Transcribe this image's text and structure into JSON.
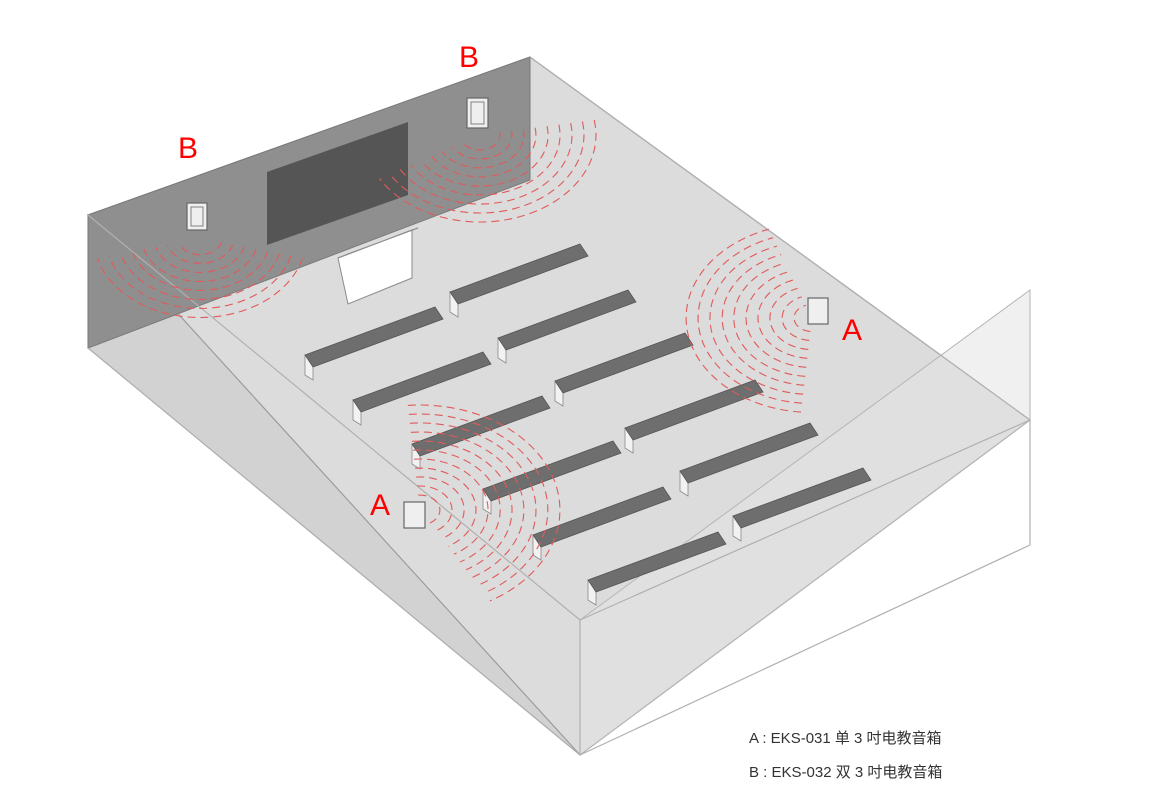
{
  "labels": {
    "speaker_b_left": "B",
    "speaker_b_right": "B",
    "speaker_a_right": "A",
    "speaker_a_left": "A"
  },
  "legend": {
    "a": "A : EKS-031  单 3 吋电教音箱",
    "b": "B : EKS-032  双 3 吋电教音箱"
  },
  "colors": {
    "label": "#ff0000",
    "sound_wave": "#e15a5a",
    "floor": "#dcdcdc",
    "front_wall": "#8f8f8f",
    "desk_top": "#6e6e6e",
    "screen": "#555555"
  }
}
